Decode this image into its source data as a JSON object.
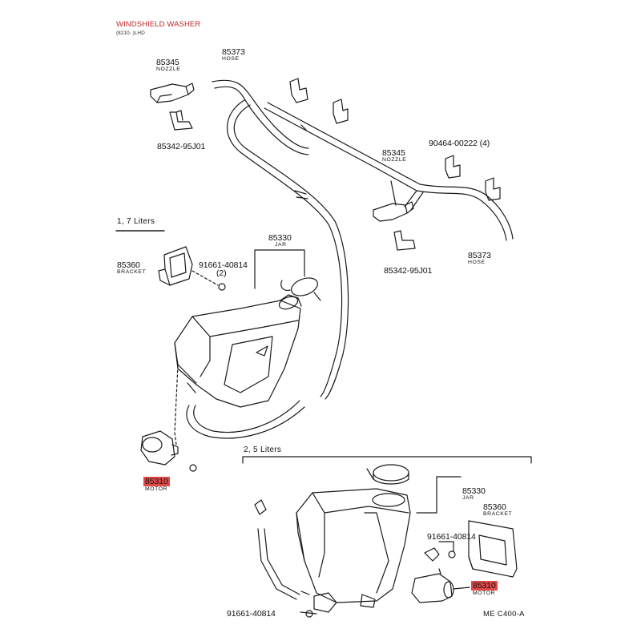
{
  "header": {
    "title": "WINDSHIELD WASHER",
    "subtitle": "(8210- )LHD"
  },
  "sections": {
    "small_jar": "1, 7 Liters",
    "large_jar": "2, 5 Liters"
  },
  "parts": {
    "nozzle_left": {
      "number": "85345",
      "name": "NOZZLE"
    },
    "hose_top": {
      "number": "85373",
      "name": "HOSE"
    },
    "bracket_nozzle_left": {
      "number": "85342-95J01"
    },
    "clip_bolt": {
      "number": "90464-00222",
      "qty": "(4)"
    },
    "nozzle_right": {
      "number": "85345",
      "name": "NOZZLE"
    },
    "hose_right": {
      "number": "85373",
      "name": "HOSE"
    },
    "bracket_nozzle_right": {
      "number": "85342-95J01"
    },
    "jar_small": {
      "number": "85330",
      "name": "JAR"
    },
    "bracket_small": {
      "number": "85360",
      "name": "BRACKET"
    },
    "bolt_small": {
      "number": "91661-40814",
      "qty": "(2)"
    },
    "motor_small": {
      "number": "85310",
      "name": "MOTOR"
    },
    "jar_large": {
      "number": "85330",
      "name": "JAR"
    },
    "bracket_large": {
      "number": "85360",
      "name": "BRACKET"
    },
    "bolt_large_side": {
      "number": "91661-40814"
    },
    "motor_large": {
      "number": "85310",
      "name": "MOTOR"
    },
    "bolt_large_bottom": {
      "number": "91661-40814"
    }
  },
  "footer": {
    "code": "ME  C400-A"
  },
  "colors": {
    "highlight": "#e14848",
    "title": "#c0282d",
    "line": "#1a1a1a"
  }
}
